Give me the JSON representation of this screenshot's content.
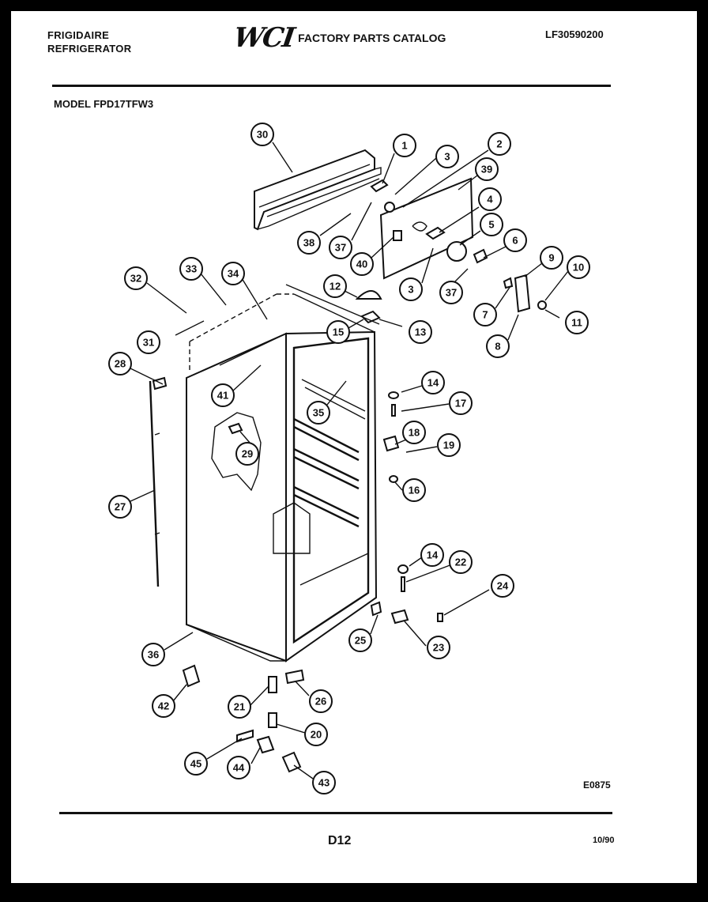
{
  "header": {
    "brand_line1": "FRIGIDAIRE",
    "brand_line2": "REFRIGERATOR",
    "logo": "WCI",
    "catalog_title": "FACTORY PARTS CATALOG",
    "catalog_number": "LF30590200",
    "model": "MODEL FPD17TFW3"
  },
  "footer": {
    "drawing_code": "E0875",
    "page": "D12",
    "date": "10/90"
  },
  "callouts": [
    {
      "label": "30"
    },
    {
      "label": "1"
    },
    {
      "label": "3"
    },
    {
      "label": "2"
    },
    {
      "label": "39"
    },
    {
      "label": "4"
    },
    {
      "label": "5"
    },
    {
      "label": "6"
    },
    {
      "label": "38"
    },
    {
      "label": "37"
    },
    {
      "label": "40"
    },
    {
      "label": "3"
    },
    {
      "label": "37"
    },
    {
      "label": "9"
    },
    {
      "label": "10"
    },
    {
      "label": "7"
    },
    {
      "label": "11"
    },
    {
      "label": "8"
    },
    {
      "label": "32"
    },
    {
      "label": "33"
    },
    {
      "label": "34"
    },
    {
      "label": "12"
    },
    {
      "label": "31"
    },
    {
      "label": "15"
    },
    {
      "label": "13"
    },
    {
      "label": "28"
    },
    {
      "label": "41"
    },
    {
      "label": "14"
    },
    {
      "label": "17"
    },
    {
      "label": "35"
    },
    {
      "label": "18"
    },
    {
      "label": "19"
    },
    {
      "label": "29"
    },
    {
      "label": "16"
    },
    {
      "label": "27"
    },
    {
      "label": "14"
    },
    {
      "label": "22"
    },
    {
      "label": "24"
    },
    {
      "label": "25"
    },
    {
      "label": "23"
    },
    {
      "label": "36"
    },
    {
      "label": "42"
    },
    {
      "label": "21"
    },
    {
      "label": "26"
    },
    {
      "label": "20"
    },
    {
      "label": "45"
    },
    {
      "label": "44"
    },
    {
      "label": "43"
    }
  ]
}
